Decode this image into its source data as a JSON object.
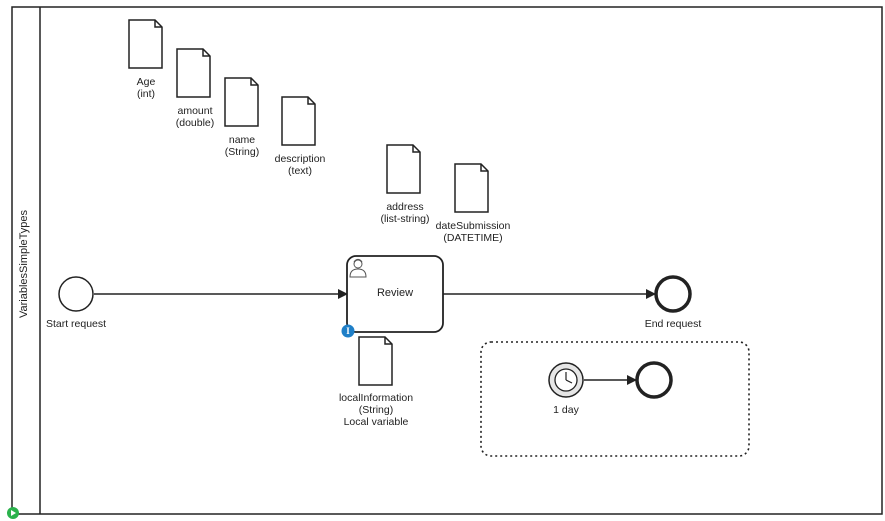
{
  "pool": {
    "name": "VariablesSimpleTypes"
  },
  "data_objects": [
    {
      "id": "age",
      "name": "Age",
      "type": "(int)"
    },
    {
      "id": "amount",
      "name": "amount",
      "type": "(double)"
    },
    {
      "id": "name",
      "name": "name",
      "type": "(String)"
    },
    {
      "id": "description",
      "name": "description",
      "type": "(text)"
    },
    {
      "id": "address",
      "name": "address",
      "type": "(list-string)"
    },
    {
      "id": "dateSubmission",
      "name": "dateSubmission",
      "type": "(DATETIME)"
    },
    {
      "id": "localInformation",
      "name": "localInformation",
      "type": "(String)",
      "note": "Local variable"
    }
  ],
  "events": {
    "start": {
      "label": "Start request"
    },
    "end": {
      "label": "End request"
    },
    "timer": {
      "label": "1 day"
    }
  },
  "task": {
    "label": "Review",
    "kind": "user-task",
    "marker": "I"
  },
  "colors": {
    "stroke": "#222222",
    "marker_blue": "#1f7fc7",
    "start_indicator": "#2bb24c",
    "timer_fill": "#e6e6e6"
  }
}
